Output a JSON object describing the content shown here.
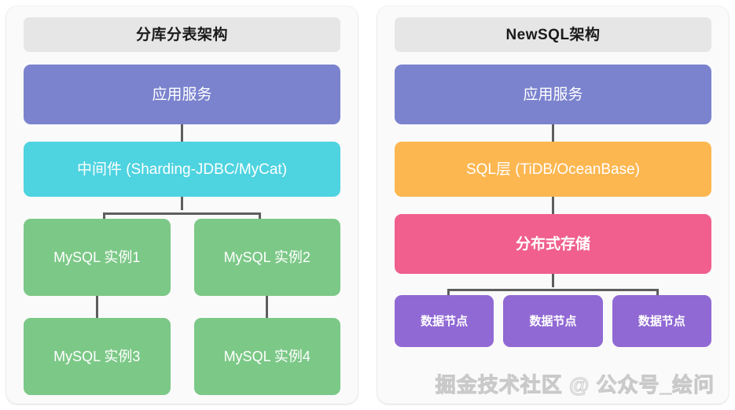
{
  "left_panel": {
    "title": "分库分表架构",
    "nodes": {
      "app": "应用服务",
      "middleware": "中间件 (Sharding-JDBC/MyCat)",
      "mysql1": "MySQL 实例1",
      "mysql2": "MySQL 实例2",
      "mysql3": "MySQL 实例3",
      "mysql4": "MySQL 实例4"
    }
  },
  "right_panel": {
    "title": "NewSQL架构",
    "nodes": {
      "app": "应用服务",
      "sql_layer": "SQL层 (TiDB/OceanBase)",
      "storage": "分布式存储",
      "datanode1": "数据节点",
      "datanode2": "数据节点",
      "datanode3": "数据节点"
    }
  },
  "watermark": "掘金技术社区 @ 公众号_绘问",
  "colors": {
    "app": "#7B83CE",
    "middleware": "#4ED3E0",
    "mysql": "#7CC887",
    "sql_layer": "#FDB751",
    "storage": "#F05F8D",
    "datanode": "#9069D4",
    "header_bar": "#E6E6E6",
    "panel_bg": "#FAFAFA",
    "connector": "#5E5E5E",
    "title_text": "#1A1A1A",
    "node_text": "#FFFFFF",
    "watermark_text": "#C9C9C9"
  }
}
